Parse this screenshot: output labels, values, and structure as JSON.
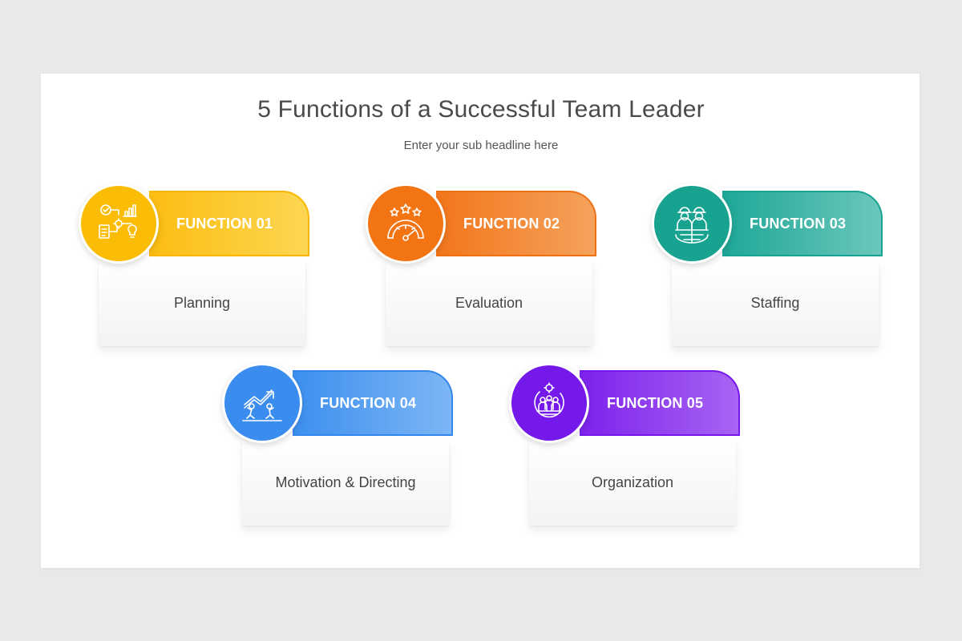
{
  "header": {
    "title": "5 Functions of a Successful Team Leader",
    "subtitle": "Enter your sub headline here"
  },
  "functions": [
    {
      "label": "FUNCTION 01",
      "text": "Planning",
      "icon": "planning-icon",
      "color": "#fbbc05"
    },
    {
      "label": "FUNCTION 02",
      "text": "Evaluation",
      "icon": "gauge-rating-icon",
      "color": "#f27413"
    },
    {
      "label": "FUNCTION 03",
      "text": "Staffing",
      "icon": "workers-icon",
      "color": "#18a290"
    },
    {
      "label": "FUNCTION 04",
      "text": "Motivation & Directing",
      "icon": "growth-people-icon",
      "color": "#3a8cee"
    },
    {
      "label": "FUNCTION 05",
      "text": "Organization",
      "icon": "team-organization-icon",
      "color": "#7519ea"
    }
  ]
}
